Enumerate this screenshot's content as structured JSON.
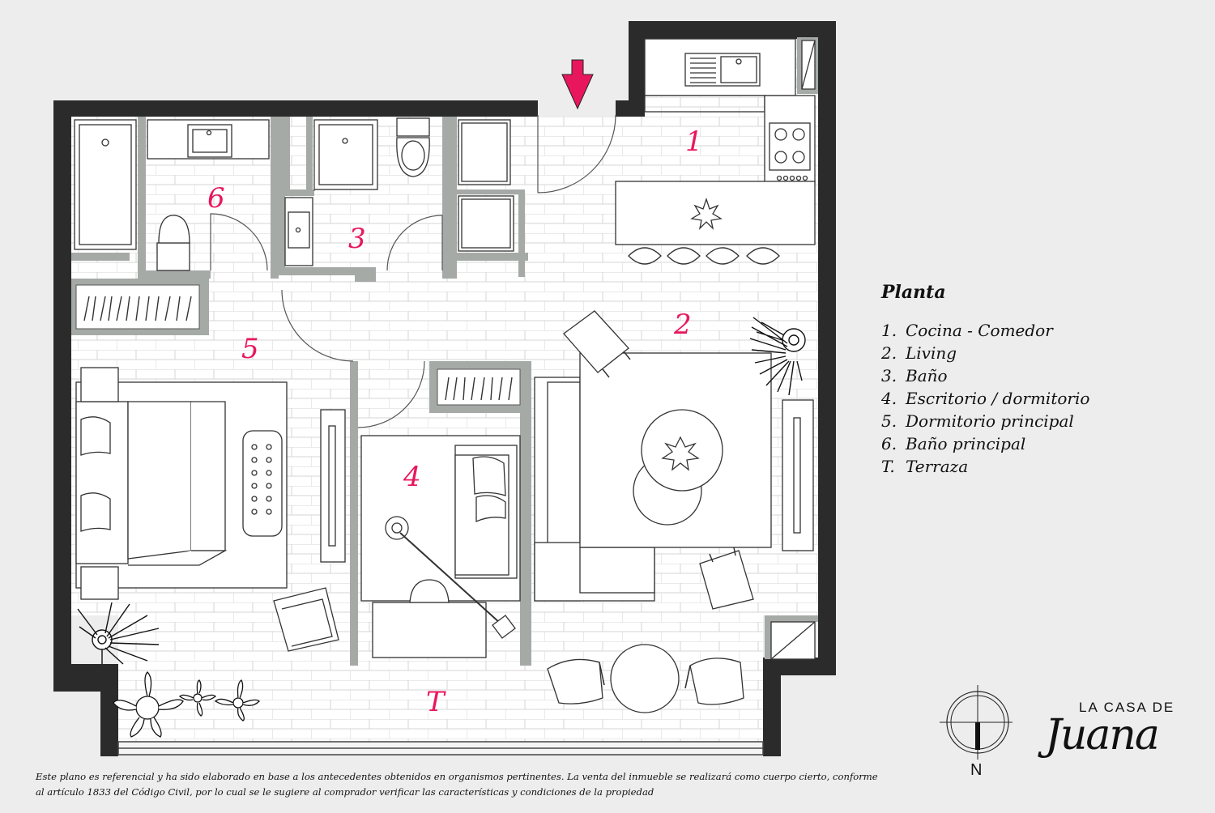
{
  "legend": {
    "title": "Planta",
    "items": [
      {
        "num": "1.",
        "label": "Cocina - Comedor"
      },
      {
        "num": "2.",
        "label": "Living"
      },
      {
        "num": "3.",
        "label": "Baño"
      },
      {
        "num": "4.",
        "label": "Escritorio / dormitorio"
      },
      {
        "num": "5.",
        "label": "Dormitorio principal"
      },
      {
        "num": "6.",
        "label": "Baño principal"
      },
      {
        "num": "T.",
        "label": "Terraza"
      }
    ]
  },
  "room_labels": {
    "r1": "1",
    "r2": "2",
    "r3": "3",
    "r4": "4",
    "r5": "5",
    "r6": "6",
    "rT": "T"
  },
  "compass": {
    "north": "N"
  },
  "logo": {
    "top": "LA CASA DE",
    "script": "Juana"
  },
  "disclaimer": "Este plano es referencial y ha sido elaborado en base a los antecedentes obtenidos en organismos pertinentes.  La venta del inmueble se realizará como cuerpo cierto, conforme al artículo 1833 del Código Civil, por lo cual se le sugiere al comprador verificar las características y condiciones de la propiedad",
  "colors": {
    "wall": "#2b2b2b",
    "partition": "#a5aaa7",
    "accent": "#e8175d",
    "floor": "#ffffff",
    "background": "#ededed"
  }
}
